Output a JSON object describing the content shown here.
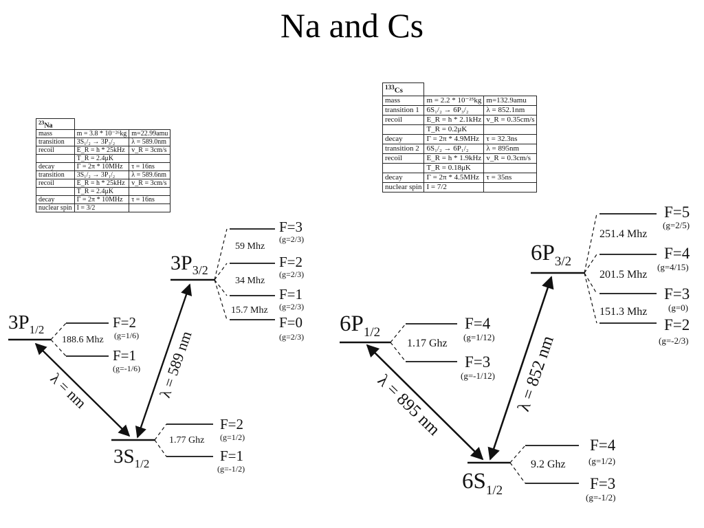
{
  "title": "Na and Cs",
  "na": {
    "isotope_mass_number": "23",
    "element": "Na",
    "table": [
      [
        "mass",
        "m = 3.8 * 10⁻²⁶kg",
        "m=22.99amu"
      ],
      [
        "transition",
        "3S₁/₂ → 3P₃/₂",
        "λ = 589.0nm"
      ],
      [
        "recoil",
        "E_R = h * 25kHz",
        "v_R = 3cm/s"
      ],
      [
        "",
        "T_R = 2.4μK",
        ""
      ],
      [
        "decay",
        "Γ = 2π * 10MHz",
        "τ = 16ns"
      ],
      [
        "transition",
        "3S₁/₂ → 3P₁/₂",
        "λ = 589.6nm"
      ],
      [
        "recoil",
        "E_R = h * 25kHz",
        "v_R = 3cm/s"
      ],
      [
        "",
        "T_R = 2.4μK",
        ""
      ],
      [
        "decay",
        "Γ = 2π * 10MHz",
        "τ = 16ns"
      ],
      [
        "nuclear spin",
        "I = 3/2",
        ""
      ]
    ],
    "levels": {
      "p12": "3P1/2",
      "p32": "3P3/2",
      "s12": "3S1/2"
    },
    "p32_hyperfine": [
      {
        "f": "F=3",
        "g": "(g=2/3)"
      },
      {
        "f": "F=2",
        "g": "(g=2/3)"
      },
      {
        "f": "F=1",
        "g": "(g=2/3)"
      },
      {
        "f": "F=0",
        "g": "(g=2/3)"
      }
    ],
    "p32_splittings": [
      "59 Mhz",
      "34 Mhz",
      "15.7 Mhz"
    ],
    "p12_hyperfine": [
      {
        "f": "F=2",
        "g": "(g=1/6)"
      },
      {
        "f": "F=1",
        "g": "(g=-1/6)"
      }
    ],
    "p12_splitting": "188.6 Mhz",
    "s12_hyperfine": [
      {
        "f": "F=2",
        "g": "(g=1/2)"
      },
      {
        "f": "F=1",
        "g": "(g=-1/2)"
      }
    ],
    "s12_splitting": "1.77 Ghz",
    "d1_label": "λ = nm",
    "d2_label": "λ = 589 nm"
  },
  "cs": {
    "isotope_mass_number": "133",
    "element": "Cs",
    "table": [
      [
        "mass",
        "m = 2.2 * 10⁻²⁵kg",
        "m=132.9amu"
      ],
      [
        "transition 1",
        "6S₁/₂ → 6P₃/₂",
        "λ = 852.1nm"
      ],
      [
        "recoil",
        "E_R = h * 2.1kHz",
        "v_R = 0.35cm/s"
      ],
      [
        "",
        "T_R = 0.2μK",
        ""
      ],
      [
        "decay",
        "Γ = 2π * 4.9MHz",
        "τ = 32.3ns"
      ],
      [
        "transition 2",
        "6S₁/₂ → 6P₁/₂",
        "λ = 895nm"
      ],
      [
        "recoil",
        "E_R = h * 1.9kHz",
        "v_R = 0.3cm/s"
      ],
      [
        "",
        "T_R = 0.18μK",
        ""
      ],
      [
        "decay",
        "Γ = 2π * 4.5MHz",
        "τ = 35ns"
      ],
      [
        "nuclear spin",
        "I = 7/2",
        ""
      ]
    ],
    "levels": {
      "p32": "6P3/2",
      "p12": "6P1/2",
      "s12": "6S1/2"
    },
    "p32_hyperfine": [
      {
        "f": "F=5",
        "g": "(g=2/5)"
      },
      {
        "f": "F=4",
        "g": "(g=4/15)"
      },
      {
        "f": "F=3",
        "g": "(g=0)"
      },
      {
        "f": "F=2",
        "g": "(g=-2/3)"
      }
    ],
    "p32_splittings": [
      "251.4 Mhz",
      "201.5 Mhz",
      "151.3 Mhz"
    ],
    "p12_hyperfine": [
      {
        "f": "F=4",
        "g": "(g=1/12)"
      },
      {
        "f": "F=3",
        "g": "(g=-1/12)"
      }
    ],
    "p12_splitting": "1.17 Ghz",
    "s12_hyperfine": [
      {
        "f": "F=4",
        "g": "(g=1/2)"
      },
      {
        "f": "F=3",
        "g": "(g=-1/2)"
      }
    ],
    "s12_splitting": "9.2 Ghz",
    "d1_label": "λ = 895 nm",
    "d2_label": "λ = 852 nm"
  }
}
